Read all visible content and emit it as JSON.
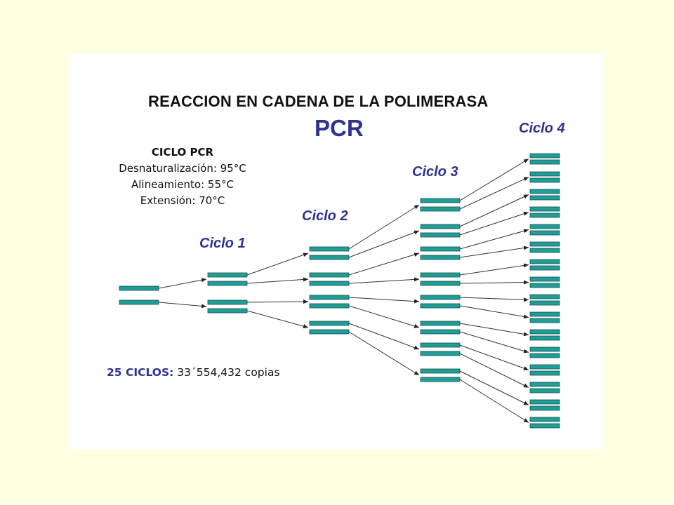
{
  "title": "REACCION EN CADENA DE LA POLIMERASA",
  "subtitle": "PCR",
  "cycle_labels": [
    "Ciclo 1",
    "Ciclo 2",
    "Ciclo 3",
    "Ciclo 4"
  ],
  "pcr_cycle": {
    "heading": "CICLO PCR",
    "steps": [
      "Desnaturalización: 95°C",
      "Alineamiento: 55°C",
      "Extensión: 70°C"
    ]
  },
  "total": {
    "label": "25 CICLOS:",
    "value": "33´554,432 copias"
  },
  "colors": {
    "background": "#FFFFE1",
    "panel": "#FFFFFF",
    "strand": "#1E9E96",
    "accent": "#2E3192"
  }
}
